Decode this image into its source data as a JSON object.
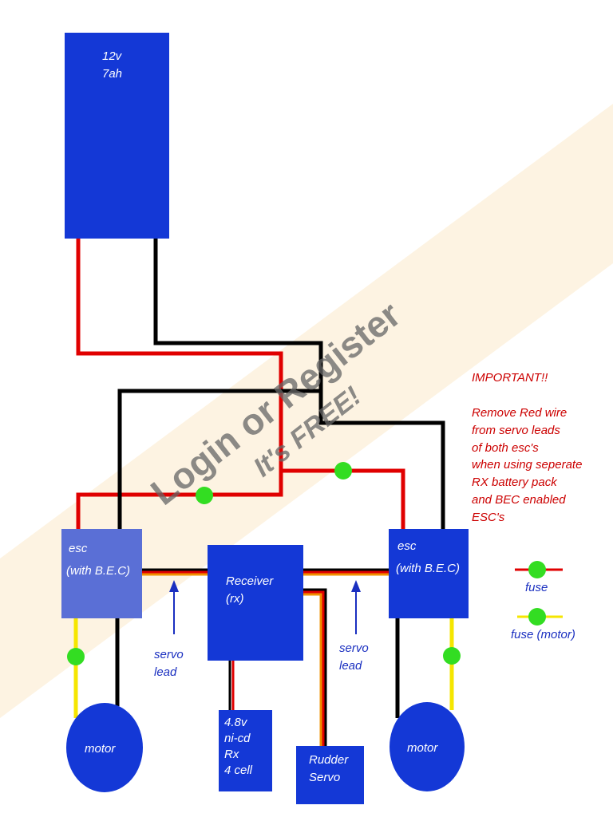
{
  "battery": {
    "line1": "12v",
    "line2": "7ah"
  },
  "esc_left": {
    "label": "esc",
    "sublabel": "(with B.E.C)"
  },
  "esc_right": {
    "label": "esc",
    "sublabel": "(with B.E.C)"
  },
  "receiver": {
    "label": "Receiver",
    "sublabel": "(rx)"
  },
  "rx_battery": {
    "lines": [
      "4.8v",
      "ni-cd",
      "Rx",
      "4 cell"
    ]
  },
  "rudder_servo": {
    "lines": [
      "Rudder",
      "Servo"
    ]
  },
  "motor_left": {
    "label": "motor"
  },
  "motor_right": {
    "label": "motor"
  },
  "servo_lead_left": {
    "line1": "servo",
    "line2": "lead"
  },
  "servo_lead_right": {
    "line1": "servo",
    "line2": "lead"
  },
  "note": {
    "title": "IMPORTANT!!",
    "lines": [
      "Remove Red wire",
      "from servo leads",
      "of both esc's",
      "when using seperate",
      "RX battery pack",
      "and BEC enabled",
      "ESC's"
    ]
  },
  "legend": {
    "fuse": "fuse",
    "fuse_motor": "fuse (motor)"
  },
  "watermark": {
    "line1": "Login or Register",
    "line2": "It's FREE!"
  },
  "colors": {
    "box": "#1438d6",
    "red": "#e00000",
    "black": "#000000",
    "yellow": "#f5e600",
    "fuse": "#33dd22",
    "orange": "#f09000"
  }
}
